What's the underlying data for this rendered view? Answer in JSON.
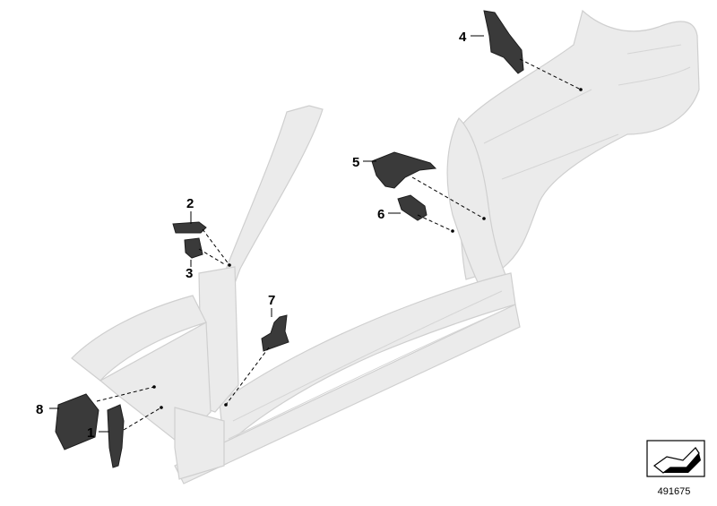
{
  "diagram": {
    "callouts": [
      {
        "id": "1",
        "label": "1"
      },
      {
        "id": "2",
        "label": "2"
      },
      {
        "id": "3",
        "label": "3"
      },
      {
        "id": "4",
        "label": "4"
      },
      {
        "id": "5",
        "label": "5"
      },
      {
        "id": "6",
        "label": "6"
      },
      {
        "id": "7",
        "label": "7"
      },
      {
        "id": "8",
        "label": "8"
      }
    ],
    "document_number": "491675",
    "colors": {
      "body_fill": "#ebebeb",
      "body_stroke": "#cfcfcf",
      "part_fill": "#3a3a3a",
      "leader": "#000000"
    }
  }
}
